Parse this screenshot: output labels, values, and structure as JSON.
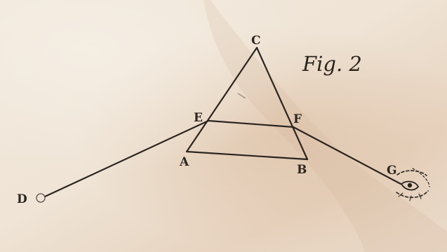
{
  "figure": {
    "caption": "Fig. 2",
    "ink_color": "#2b2520",
    "paper_color": "#efe4d6",
    "labels": {
      "A": "A",
      "B": "B",
      "C": "C",
      "D": "D",
      "E": "E",
      "F": "F",
      "G": "G"
    },
    "segments": [
      "CA",
      "CB",
      "AB",
      "EF",
      "DE",
      "FG"
    ],
    "markers": {
      "D": "small-circle",
      "G": "eye-symbol"
    }
  }
}
